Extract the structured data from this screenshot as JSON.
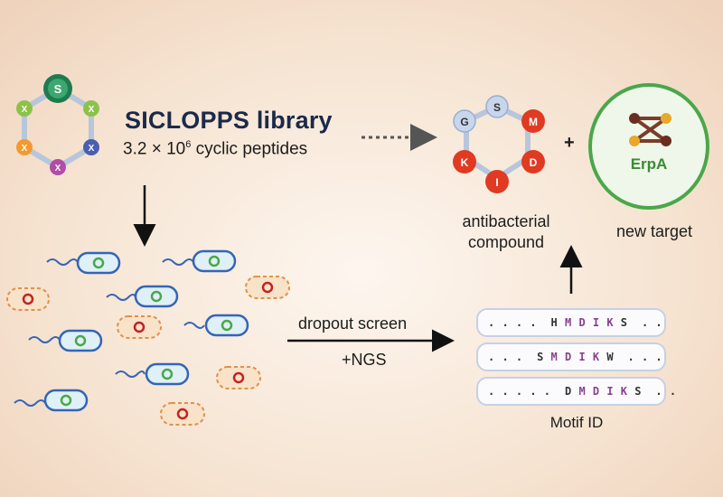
{
  "library": {
    "title": "SICLOPPS library",
    "subtitle_pre": "3.2 × 10",
    "subtitle_exp": "6",
    "subtitle_post": " cyclic peptides",
    "ring_center": "S",
    "ring_others": [
      "X",
      "X",
      "X",
      "X",
      "X"
    ]
  },
  "compound": {
    "residues": [
      "S",
      "M",
      "D",
      "I",
      "K",
      "G"
    ],
    "label_line1": "antibacterial",
    "label_line2": "compound"
  },
  "plus": "+",
  "target": {
    "protein": "ErpA",
    "label": "new target"
  },
  "screen": {
    "label": "dropout screen",
    "sub": "+NGS"
  },
  "motif": {
    "label": "Motif ID",
    "sequences": [
      {
        "pre": ". . . .  ",
        "core": "HMDIK",
        "post": "S  . ."
      },
      {
        "pre": ". . .  ",
        "core": "SMDIK",
        "post": "W  . . ."
      },
      {
        "pre": ". . . . .  ",
        "core": "DMDIK",
        "post": "S  . ."
      }
    ]
  },
  "colors": {
    "navy": "#1b2a4a",
    "green_dark": "#2f8f5c",
    "x_green": "#8bc34a",
    "x_orange": "#f29a2e",
    "x_blue": "#4a5fb0",
    "x_magenta": "#b14ca8",
    "red": "#e03a22",
    "pale_blue": "#c8d6ec",
    "erpa_green": "#4aa74a",
    "cell_blue": "#3465b6",
    "cell_fill": "#dff0f6",
    "dead_orange": "#e0914a",
    "dead_red": "#c02424"
  }
}
